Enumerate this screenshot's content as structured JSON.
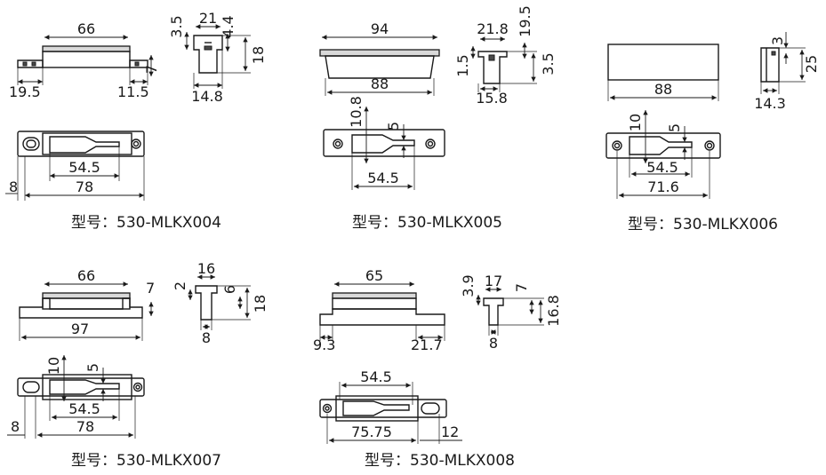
{
  "models": [
    {
      "label": "型号：530-MLKX004",
      "dims": [
        "66",
        "3.5",
        "21",
        "4.4",
        "7",
        "18",
        "19.5",
        "11.5",
        "14.8",
        "54.5",
        "8",
        "78"
      ]
    },
    {
      "label": "型号：530-MLKX005",
      "dims": [
        "94",
        "21.8",
        "19.5",
        "1.5",
        "3.5",
        "88",
        "15.8",
        "10.8",
        "5",
        "54.5"
      ]
    },
    {
      "label": "型号：530-MLKX006",
      "dims": [
        "3",
        "25",
        "88",
        "14.3",
        "10",
        "5",
        "54.5",
        "71.6"
      ]
    },
    {
      "label": "型号：530-MLKX007",
      "dims": [
        "66",
        "2",
        "16",
        "6",
        "7",
        "18",
        "97",
        "8",
        "10",
        "5",
        "54.5",
        "8",
        "78"
      ]
    },
    {
      "label": "型号：530-MLKX008",
      "dims": [
        "65",
        "3.9",
        "17",
        "7",
        "16.8",
        "9.3",
        "21.7",
        "8",
        "54.5",
        "75.75",
        "12"
      ]
    }
  ]
}
